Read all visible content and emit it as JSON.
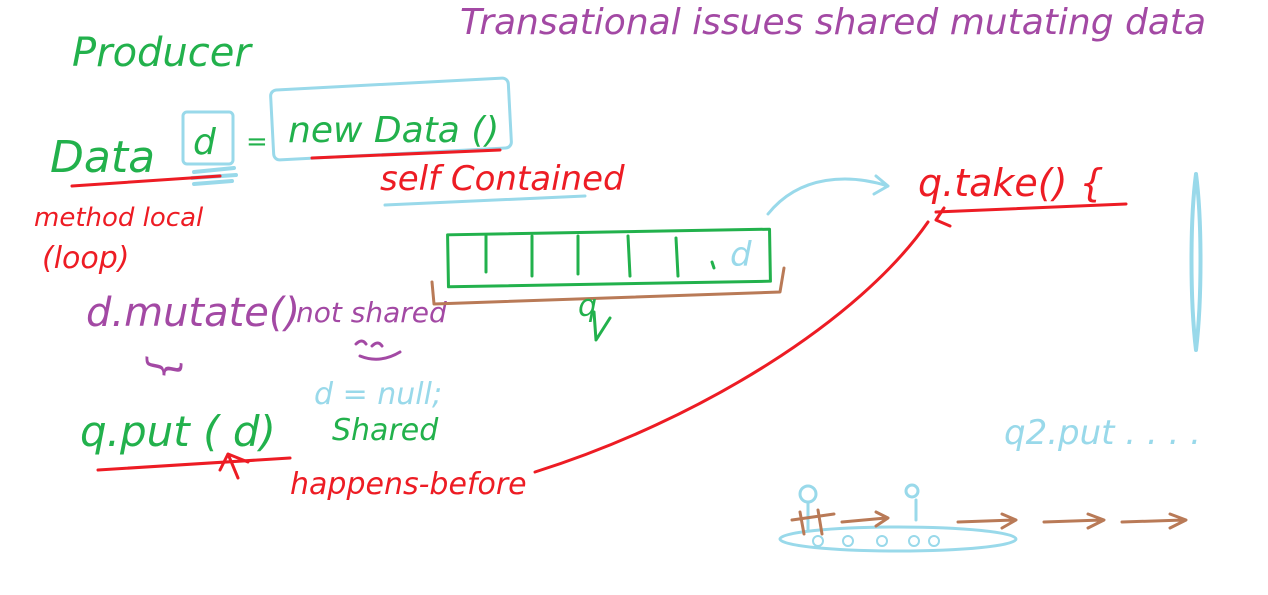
{
  "colors": {
    "green": "#22b14c",
    "red": "#ed1c24",
    "purple": "#a349a4",
    "lightblue": "#99d9ea",
    "brown": "#b97a57"
  },
  "notes": {
    "title": "Transational issues  shared mutating data",
    "producer": "Producer",
    "data_decl_type": "Data",
    "data_decl_var": "d",
    "data_decl_eq": "=",
    "new_data": "new Data ()",
    "self_contained": "self Contained",
    "method_local": "method local",
    "loop": "(loop)",
    "mutate": "d.mutate()",
    "not_shared": "not shared",
    "brace": "}",
    "put": "q.put ( d)",
    "d_null": "d = null;",
    "shared": "Shared",
    "happens_before": "happens-before",
    "take": "q.take() {",
    "queue_item": "d",
    "queue_label": "q",
    "q2_put": "q2.put . . . ."
  }
}
